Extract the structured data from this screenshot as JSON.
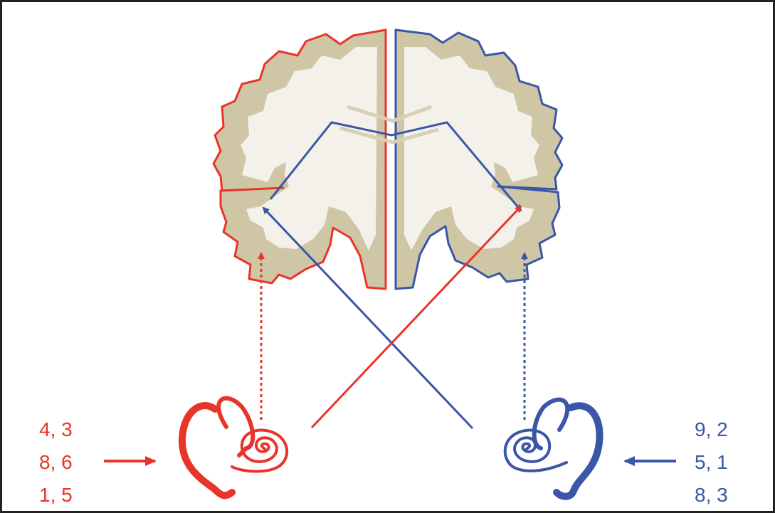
{
  "colors": {
    "left": "#e8352a",
    "right": "#3a56a6",
    "gray_matter": "#cfc6a6",
    "white_matter": "#f3f1ea",
    "frame": "#222222"
  },
  "left_digits": [
    "4, 3",
    "8, 6",
    "1, 5"
  ],
  "right_digits": [
    "9, 2",
    "5, 1",
    "8, 3"
  ],
  "icons": {
    "brain": "brain-coronal-section-icon",
    "left_ear": "left-ear-icon",
    "right_ear": "right-ear-icon"
  }
}
